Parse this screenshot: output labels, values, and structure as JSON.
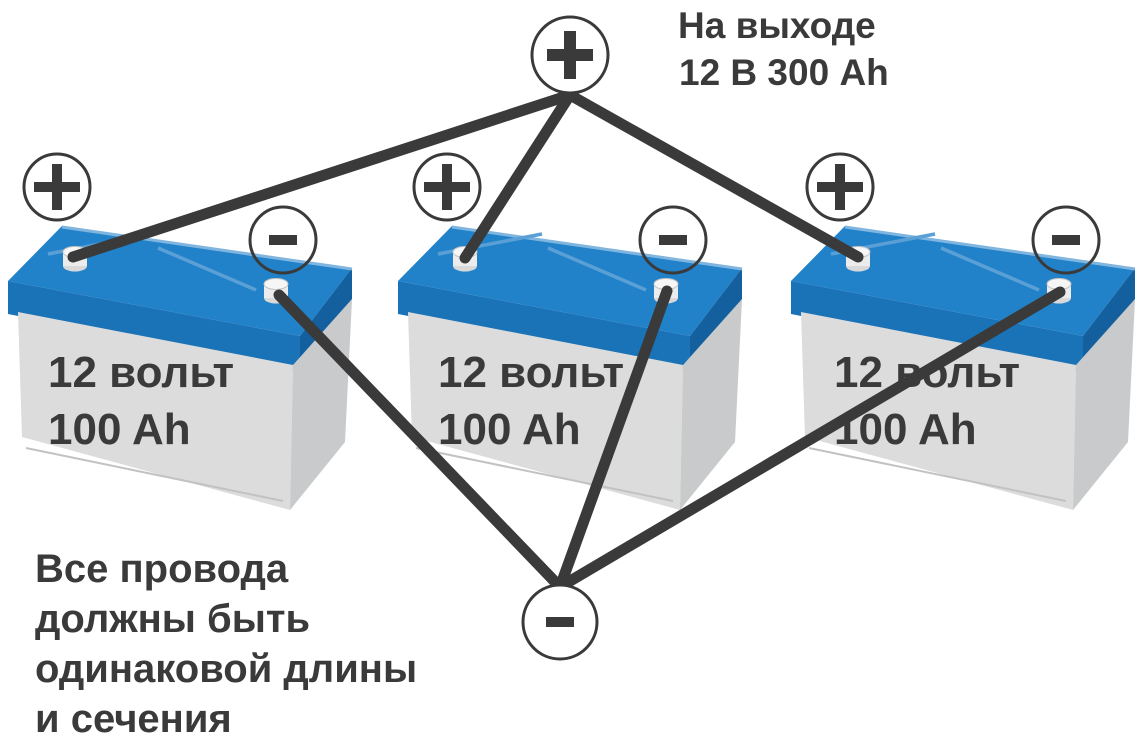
{
  "output_label": {
    "line1": "На выходе",
    "line2": "12 В 300 Ah"
  },
  "batteries": [
    {
      "voltage": "12 вольт",
      "capacity": "100 Ah"
    },
    {
      "voltage": "12 вольт",
      "capacity": "100 Ah"
    },
    {
      "voltage": "12 вольт",
      "capacity": "100 Ah"
    }
  ],
  "note": {
    "lines": [
      "Все провода",
      "должны быть",
      "одинаковой длины",
      "и сечения"
    ]
  },
  "terminals": {
    "positive_symbol": "+",
    "negative_symbol": "−"
  },
  "colors": {
    "text": "#3a3a3a",
    "wire": "#3a3a3a",
    "battery_top": "#2282c9",
    "battery_top_front": "#1a72b7",
    "battery_top_side": "#14609f",
    "battery_top_highlight": "#5aa0d6",
    "battery_body_front": "#dcdcdc",
    "battery_body_side": "#c8cacb",
    "background": "#ffffff"
  }
}
